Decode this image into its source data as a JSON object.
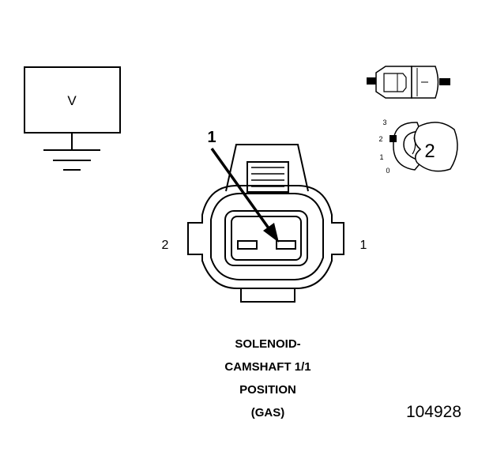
{
  "meter": {
    "label": "V"
  },
  "connector": {
    "pin_left_label": "2",
    "pin_right_label": "1",
    "callout_label": "1"
  },
  "probe_tool": {
    "position_number": "2",
    "scale_labels": [
      "3",
      "2",
      "1",
      "0"
    ]
  },
  "caption": {
    "lines": [
      "SOLENOID-",
      "CAMSHAFT 1/1",
      "POSITION",
      "(GAS)"
    ]
  },
  "figure_number": "104928"
}
